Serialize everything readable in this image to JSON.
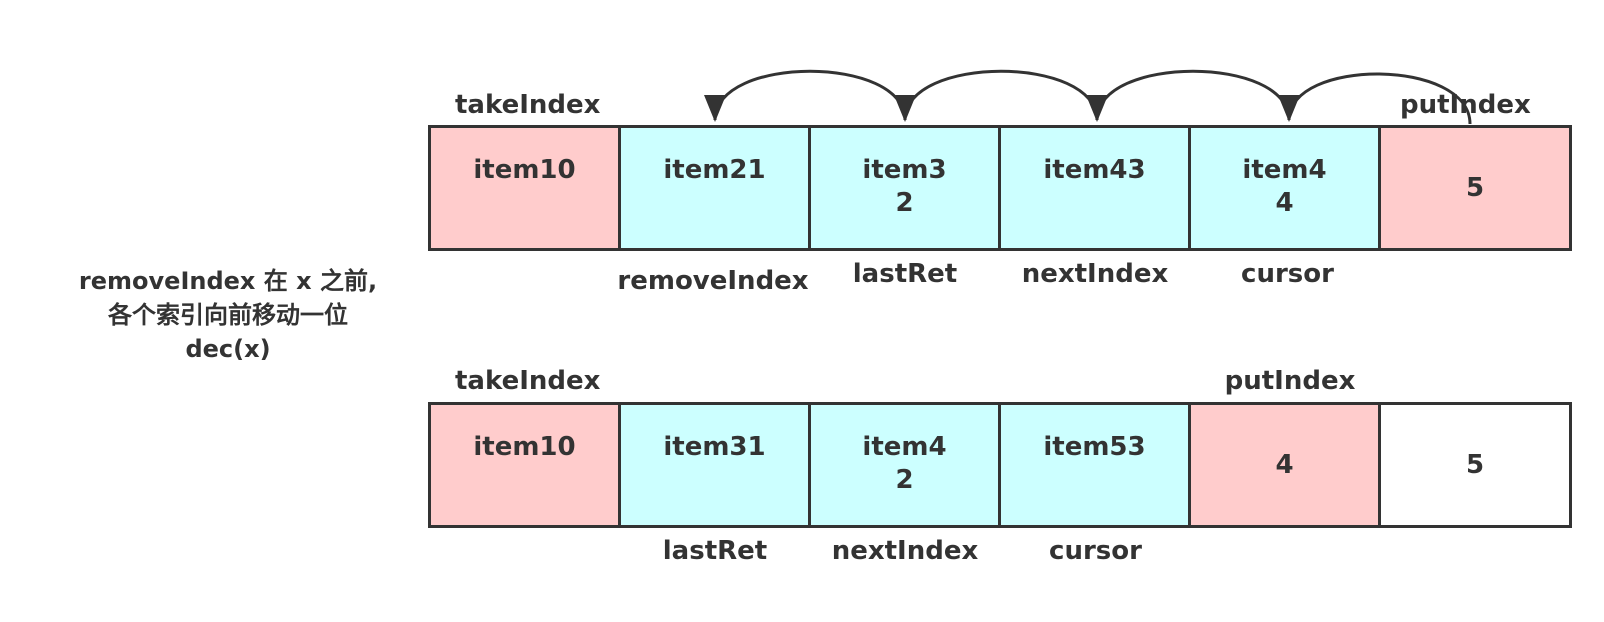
{
  "colors": {
    "pink": "#ffcccc",
    "cyan": "#ccffff",
    "white": "#ffffff",
    "stroke": "#333333"
  },
  "top": {
    "header_left": "takeIndex",
    "header_right": "putIndex",
    "cells": [
      {
        "line1": "item1",
        "line2": "0",
        "color": "pink"
      },
      {
        "line1": "item2",
        "line2": "1",
        "color": "cyan"
      },
      {
        "line1": "item3",
        "line2": "2",
        "color": "cyan"
      },
      {
        "line1": "item4",
        "line2": "3",
        "color": "cyan"
      },
      {
        "line1": "item4",
        "line2": "4",
        "color": "cyan"
      },
      {
        "line1": "",
        "line2": "5",
        "color": "pink"
      }
    ],
    "labels": [
      "removeIndex",
      "lastRet",
      "nextIndex",
      "cursor"
    ]
  },
  "note": {
    "line1": "removeIndex 在 x 之前,",
    "line2": "各个索引向前移动一位",
    "line3": "dec(x)"
  },
  "bottom": {
    "header_left": "takeIndex",
    "header_right": "putIndex",
    "cells": [
      {
        "line1": "item1",
        "line2": "0",
        "color": "pink"
      },
      {
        "line1": "item3",
        "line2": "1",
        "color": "cyan"
      },
      {
        "line1": "item4",
        "line2": "2",
        "color": "cyan"
      },
      {
        "line1": "item5",
        "line2": "3",
        "color": "cyan"
      },
      {
        "line1": "",
        "line2": "4",
        "color": "pink"
      },
      {
        "line1": "",
        "line2": "5",
        "color": "white"
      }
    ],
    "labels": [
      "lastRet",
      "nextIndex",
      "cursor"
    ]
  }
}
